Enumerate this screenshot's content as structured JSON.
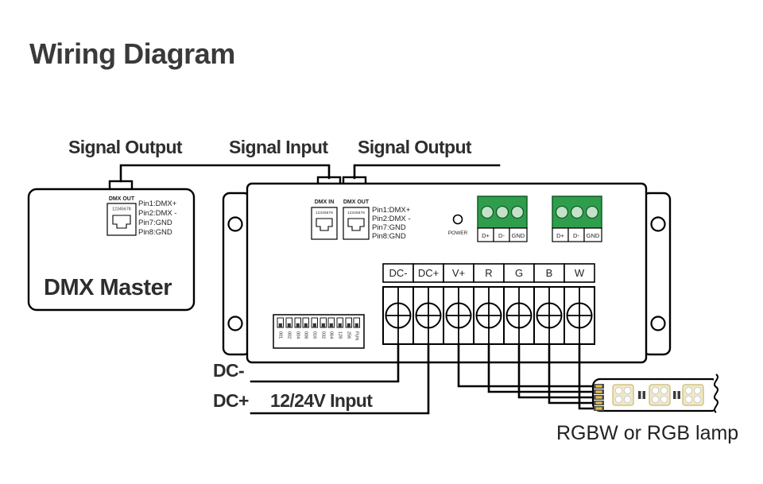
{
  "title": "Wiring Diagram",
  "top_labels": {
    "left": "Signal Output",
    "middle": "Signal Input",
    "right": "Signal Output"
  },
  "dmx_master": {
    "label": "DMX Master",
    "port": {
      "name": "DMX OUT",
      "pins": "12345678"
    },
    "pinout": [
      "Pin1:DMX+",
      "Pin2:DMX -",
      "Pin7:GND",
      "Pin8:GND"
    ]
  },
  "decoder": {
    "ports": [
      {
        "name": "DMX IN",
        "pins": "12345678"
      },
      {
        "name": "DMX OUT",
        "pins": "12345678"
      }
    ],
    "pinout": [
      "Pin1:DMX+",
      "Pin2:DMX -",
      "Pin7:GND",
      "Pin8:GND"
    ],
    "power_label": "POWER",
    "bus_labels": [
      "D+",
      "D-",
      "GND"
    ],
    "output_labels": [
      "DC-",
      "DC+",
      "V+",
      "R",
      "G",
      "B",
      "W"
    ],
    "dip_labels": [
      "001",
      "002",
      "004",
      "008",
      "016",
      "032",
      "064",
      "128",
      "256",
      "FUN"
    ]
  },
  "bottom_labels": {
    "dc_minus": "DC-",
    "dc_plus": "DC+",
    "input": "12/24V Input",
    "lamp": "RGBW or RGB lamp"
  },
  "colors": {
    "wire": "#000000",
    "text": "#333333",
    "terminal_green": "#2f9e4c",
    "terminal_green_dark": "#155c27",
    "led_chip_yellow": "#f0e9c4",
    "solder_pad_gold": "#e3bd4b"
  }
}
